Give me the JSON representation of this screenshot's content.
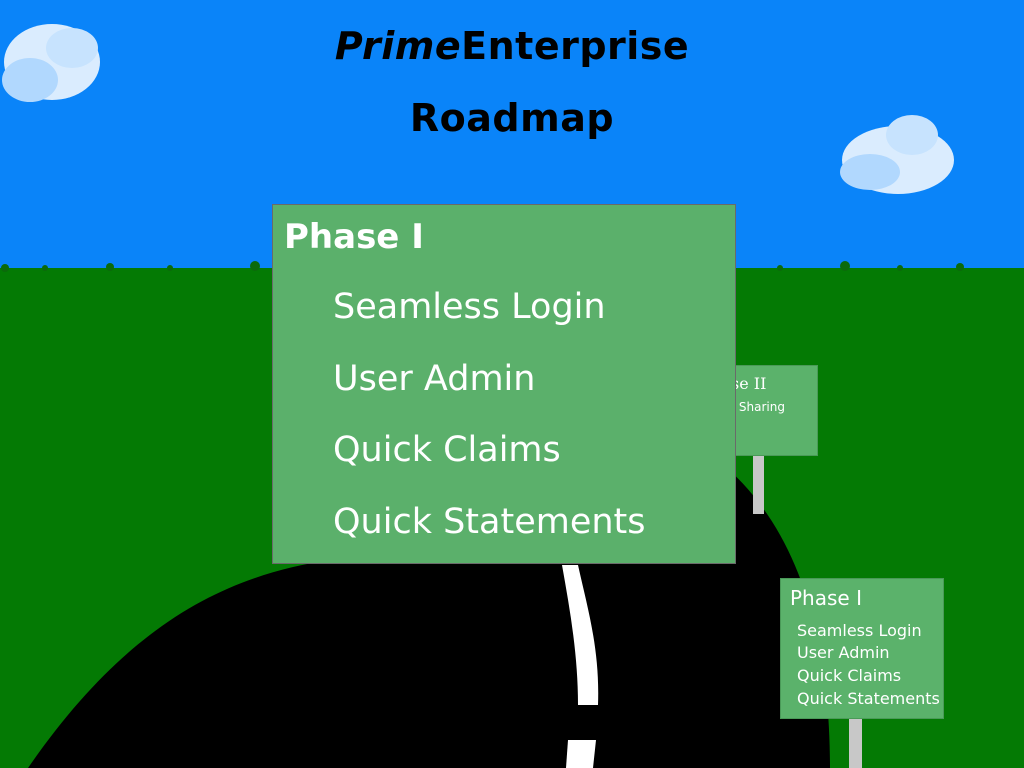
{
  "title": {
    "brand_italic": "Prime",
    "brand_rest": "Enterprise",
    "subtitle": "Roadmap"
  },
  "big_sign": {
    "heading": "Phase I",
    "items": [
      "Seamless Login",
      "User Admin",
      "Quick Claims",
      "Quick Statements"
    ]
  },
  "phase2_sign": {
    "title_partial": "se II",
    "item_partial": "ta Sharing"
  },
  "small_sign": {
    "heading": "Phase I",
    "items": [
      "Seamless Login",
      "User Admin",
      "Quick Claims",
      "Quick Statements"
    ]
  },
  "colors": {
    "sky": "#0a84f9",
    "grass": "#047a04",
    "road": "#000000",
    "sign": "#5bb26b",
    "post": "#c8c8c8"
  }
}
